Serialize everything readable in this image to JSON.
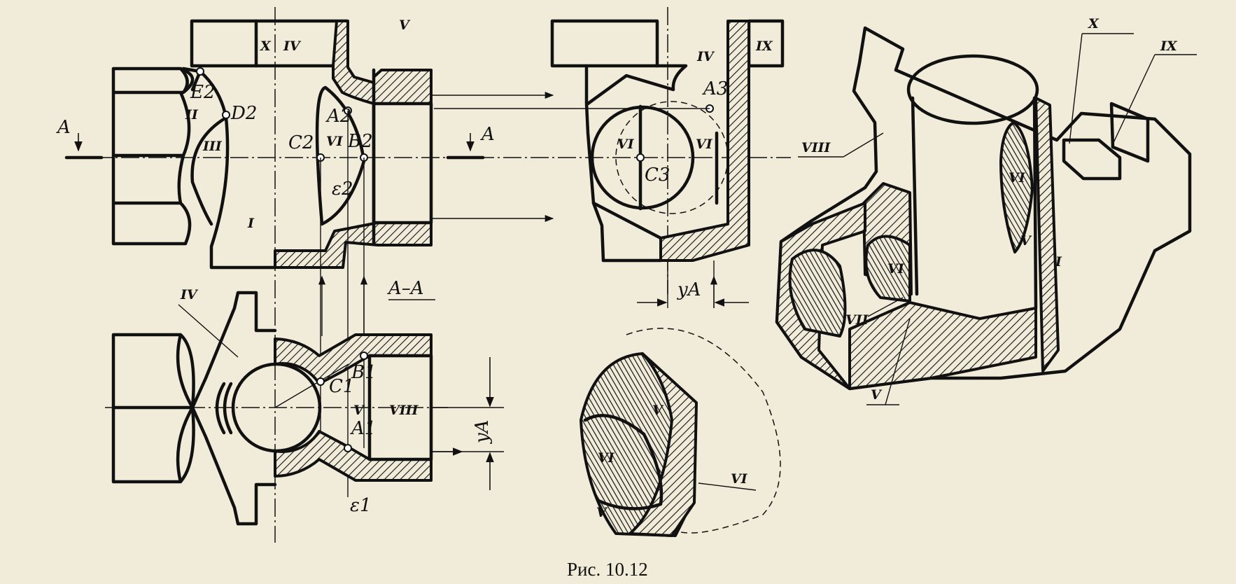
{
  "caption": "Рис. 10.12",
  "labels": {
    "section_mark_left": "A",
    "section_mark_right": "A",
    "section_title": "A–A",
    "pt_E2": "E2",
    "pt_D2": "D2",
    "pt_C2": "C2",
    "pt_A2": "A2",
    "pt_B2": "B2",
    "pt_eps2": "ε2",
    "pt_A3": "A3",
    "pt_C3": "C3",
    "pt_C1": "C1",
    "pt_B1": "B1",
    "pt_A1": "A1",
    "pt_eps1": "ε1",
    "dim_yA_top": "yA",
    "dim_yA_side": "yA"
  },
  "roman": {
    "I": "I",
    "II": "II",
    "III": "III",
    "IV": "IV",
    "V": "V",
    "VI": "VI",
    "VII": "VII",
    "VIII": "VIII",
    "IX": "IX",
    "X": "X"
  }
}
